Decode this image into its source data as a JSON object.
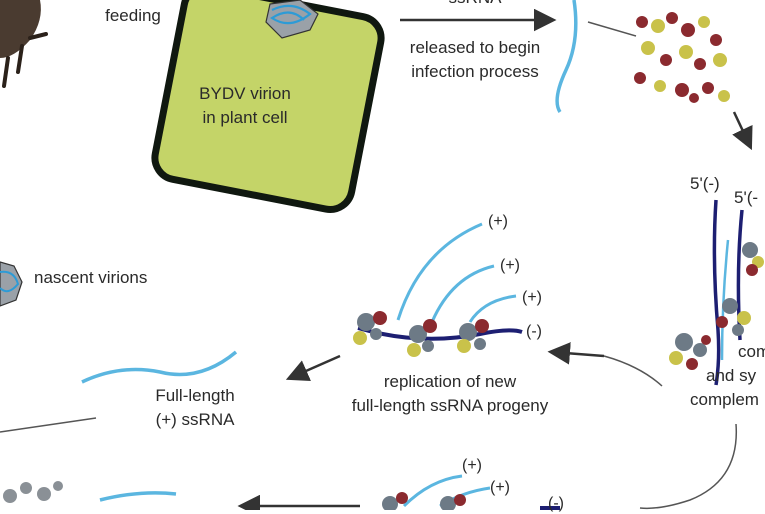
{
  "labels": {
    "feeding": "feeding",
    "top_partial": "ssRNA",
    "released_line1": "released to begin",
    "released_line2": "infection process",
    "virion_line1": "BYDV virion",
    "virion_line2": "in plant cell",
    "nascent_virions": "nascent virions",
    "full_length_line1": "Full-length",
    "full_length_line2": "(+) ssRNA",
    "replication_line1": "replication of new",
    "replication_line2": "full-length ssRNA progeny",
    "five_prime_a": "5'(-)",
    "five_prime_b": "5'(-",
    "right_com": "com",
    "right_and_sy": "and sy",
    "right_complem": "complem",
    "plus": "(+)",
    "minus": "(-)"
  },
  "colors": {
    "cell_fill": "#c4d468",
    "cell_border": "#101810",
    "light_rna": "#5bb6e0",
    "dark_rna": "#1d1f72",
    "arrow": "#333333",
    "ribosome_red": "#8b2a2f",
    "ribosome_yellow": "#c9c24a",
    "ribosome_gray": "#6d7a86",
    "text": "#2a2a2a"
  },
  "icons": [
    "virion-icon",
    "insect-icon",
    "ribosome-icon",
    "arrow-icon"
  ]
}
